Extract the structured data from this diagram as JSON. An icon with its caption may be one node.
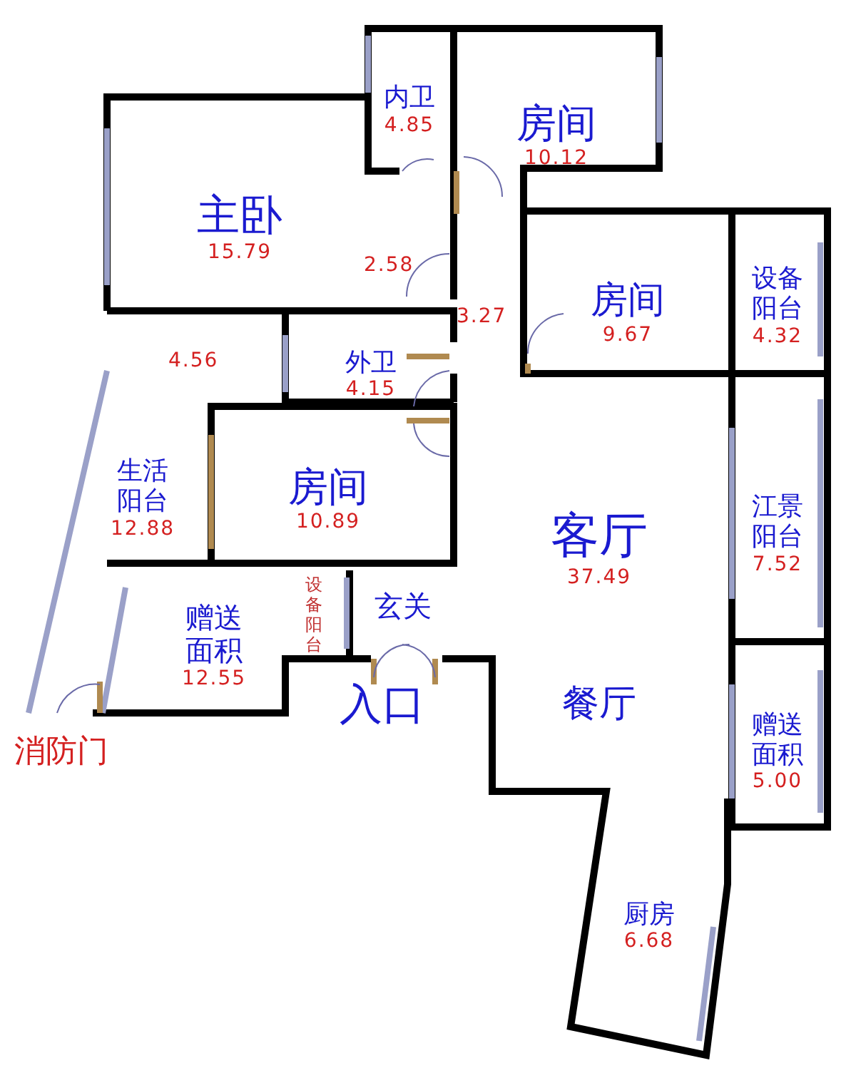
{
  "diagram": {
    "nodes": [
      {
        "text": [
          "主卧",
          "15.79"
        ]
      },
      {
        "text": [
          "内卫",
          "4.85"
        ]
      },
      {
        "text": [
          "房间",
          "10.12"
        ]
      },
      {
        "text": [
          "房间",
          "9.67"
        ]
      },
      {
        "text": [
          "设备阳台",
          "4.32"
        ]
      },
      {
        "text": [
          "外卫",
          "4.15"
        ]
      },
      {
        "text": [
          "房间",
          "10.89"
        ]
      },
      {
        "text": [
          "生活阳台",
          "12.88"
        ]
      },
      {
        "text": [
          "客厅",
          "37.49"
        ]
      },
      {
        "text": [
          "江景阳台",
          "7.52"
        ]
      },
      {
        "text": [
          "赠送面积",
          "12.55"
        ]
      },
      {
        "text": [
          "设备阳台"
        ]
      },
      {
        "text": [
          "玄关"
        ]
      },
      {
        "text": [
          "餐厅"
        ]
      },
      {
        "text": [
          "赠送面积",
          "5.00"
        ]
      },
      {
        "text": [
          "厨房",
          "6.68"
        ]
      }
    ],
    "labels": [
      "2.58",
      "3.27",
      "4.56",
      "入口",
      "消防门"
    ]
  }
}
